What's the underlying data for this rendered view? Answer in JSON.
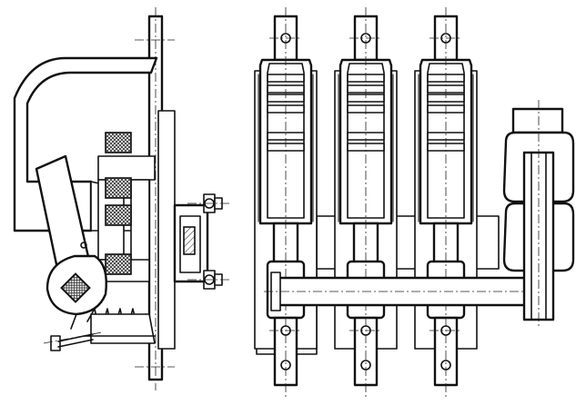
{
  "drawing": {
    "side_view": {
      "label": "",
      "components": [
        "frame-bracket",
        "mounting-plate",
        "magnet-coil-blocks",
        "operating-lever",
        "cam-hub",
        "return-spring",
        "clamp-terminal",
        "adjusting-screw"
      ]
    },
    "front_view": {
      "label": "",
      "poles": 3,
      "components": [
        "contact-pole-1",
        "contact-pole-2",
        "contact-pole-3",
        "drive-shaft",
        "coil-assembly"
      ]
    },
    "colors": {
      "ink": "#111111",
      "paper": "#ffffff",
      "hatch": "#333333"
    }
  }
}
